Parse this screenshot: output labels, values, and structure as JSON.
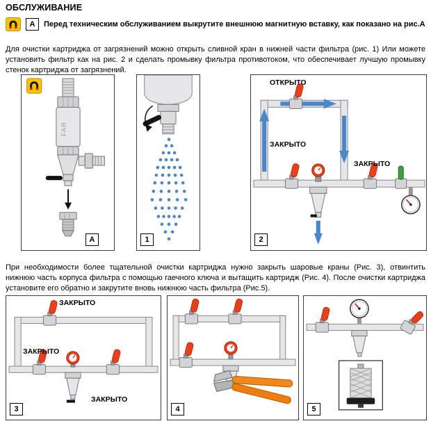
{
  "title": "ОБСЛУЖИВАНИЕ",
  "warning": {
    "ref": "A",
    "text": "Перед техническим обслуживанием выкрутите внешнюю магнитную вставку, как показано на рис.А"
  },
  "paragraph1": "Для очистки картриджа от загрязнений можно открыть сливной кран в нижней части фильтра (рис. 1) Или можете установить фильтр как на рис. 2 и сделать промывку фильтра противотоком, что обеспечивает лучшую промывку стенок картриджа от загрязнений.",
  "paragraph2": "При необходимости более тщательной очистки картриджа нужно закрыть шаровые краны (Рис. 3), отвинтить нижнюю часть корпуса фильтра с помощью гаечного ключа и вытащить картридж (Рис. 4). После очистки картриджа установите его обратно и закрутите вновь нижнюю часть фильтра (Рис.5).",
  "figures": {
    "a": {
      "label": "A",
      "brand": "FAR"
    },
    "f1": {
      "label": "1"
    },
    "f2": {
      "label": "2",
      "open": "ОТКРЫТО",
      "closed1": "ЗАКРЫТО",
      "closed2": "ЗАКРЫТО"
    },
    "f3": {
      "label": "3",
      "closed1": "ЗАКРЫТО",
      "closed2": "ЗАКРЫТО",
      "closed3": "ЗАКРЫТО"
    },
    "f4": {
      "label": "4"
    },
    "f5": {
      "label": "5"
    }
  },
  "colors": {
    "valve_red": "#e8401c",
    "flow_blue": "#4a86c8",
    "warning_yellow": "#f6c500",
    "wrench_orange": "#f0881c"
  }
}
